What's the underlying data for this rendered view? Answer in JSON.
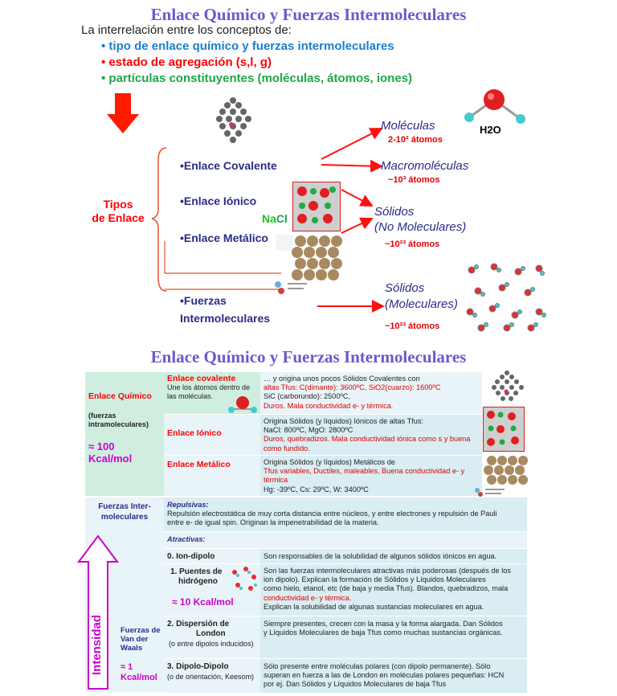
{
  "top": {
    "title": "Enlace Químico y Fuerzas Intermoleculares",
    "intro": "La interrelación entre los conceptos de:",
    "bullets": [
      {
        "text": "• tipo de enlace químico y fuerzas intermoleculares",
        "color": "#1a7fd0"
      },
      {
        "text": "• estado de agregación (s,l, g)",
        "color": "#ff0000"
      },
      {
        "text": "• partículas constituyentes (moléculas, átomos, iones)",
        "color": "#1fa54a"
      }
    ],
    "tipos_label_1": "Tipos",
    "tipos_label_2": "de Enlace",
    "enlaces": [
      "•Enlace Covalente",
      "•Enlace Iónico",
      "•Enlace Metálico"
    ],
    "fuerzas_1": "•Fuerzas",
    "fuerzas_2": "Intermoleculares",
    "nacl_na": "Na",
    "nacl_cl": "Cl",
    "h2o": "H2O",
    "results": [
      {
        "name": "Moléculas",
        "count": "2-10² átomos"
      },
      {
        "name": "Macromoléculas",
        "count": "~10³ átomos"
      },
      {
        "name_1": "Sólidos",
        "name_2": "(No Moleculares)",
        "count": "~10²³ átomos"
      },
      {
        "name_1": "Sólidos",
        "name_2": "(Moleculares)",
        "count": "~10²³ átomos"
      }
    ]
  },
  "table": {
    "title": "Enlace Químico y Fuerzas Intermoleculares",
    "left_quimico": "Enlace Químico",
    "left_fuerzas_paren": "(fuerzas intramoleculares)",
    "left_kcal_100": "≈ 100 Kcal/mol",
    "cov_title": "Enlace covalente",
    "cov_sub": "Une los átomos dentro de las moléculas.",
    "cov_desc_1": "… y origina unos pocos Sólidos Covalentes con",
    "cov_desc_2": "altas Tfus: C(dimante): 3600ºC, SiO2(cuarzo): 1600ºC",
    "cov_desc_3": "SiC (carborundo): 2500ºC,",
    "cov_desc_4": "Duros. Mala conductividad e- y térmica.",
    "ion_title": "Enlace Iónico",
    "ion_desc_1": "Origina Sólidos (y líquidos) Iónicos de altas Tfus:",
    "ion_desc_2": "NaCl: 800ºC, MgO: 2800ºC",
    "ion_desc_3": "Duros, quebradizos. Mala conductividad iónica como s y buena como fundido.",
    "met_title": "Enlace Metálico",
    "met_desc_1": "Origina Sólidos (y líquidos) Metálicos de",
    "met_desc_2": "Tfus variables, Ductiles, maleables, Buena conductividad e- y térmica",
    "met_desc_3": "Hg: -39ºC, Cs: 29ºC, W: 3400ºC",
    "fuerzas_inter": "Fuerzas Inter-moleculares",
    "repulsivas": "Repulsivas:",
    "repulsivas_desc_1": "Repulsión electrostática de muy corta distancia entre núcleos, y entre electrones y repulsión de Pauli",
    "repulsivas_desc_2": "entre e- de igual spin. Originan la impenetrabilidad de la materia.",
    "atractivas": "Atractivas:",
    "ion_dipolo": "0. Ion-dipolo",
    "ion_dipolo_desc": "Son responsables de la solubilidad de algunos sólidos iónicos en agua.",
    "puentes_1": "1. Puentes de",
    "puentes_2": "hidrógeno",
    "puentes_kcal": "≈ 10 Kcal/mol",
    "puentes_desc_1": "Son las fuerzas intermoleculares atractivas más poderosas (después de los",
    "puentes_desc_2": "ion dipolo). Explican la formación de Sólidos y Líquidos Moleculares",
    "puentes_desc_3": "como hielo, etanol, etc (de baja y media Tfus). Blandos, quebradizos, mala",
    "puentes_desc_4": "conductividad e- y térmica.",
    "puentes_desc_5": "Explican la solubilidad de algunas sustancias moleculares en agua.",
    "vdw": "Fuerzas de Van der Waals",
    "vdw_kcal": "≈ 1 Kcal/mol",
    "dispersion_1": "2. Dispersión de",
    "dispersion_2": "London",
    "dispersion_3": "(o entre dipolos inducidos)",
    "dispersion_desc_1": "Siempre presentes, crecen con la masa y la forma alargada. Dan Sólidos",
    "dispersion_desc_2": "y Líquidos Moleculares de baja Tfus como muchas sustancias orgánicas.",
    "dipolo_1": "3. Dipolo-Dipolo",
    "dipolo_2": "(o de orientación, Keesom)",
    "dipolo_desc_1": "Sólo presente entre moléculas polares (con dipolo permanente). Sólo",
    "dipolo_desc_2": "superan en fuerza a las de London en moléculas polares pequeñas: HCN",
    "dipolo_desc_3": "por ej. Dan Sólidos y Líquidos Moleculares de baja Tfus",
    "intensidad": "Intensidad"
  }
}
